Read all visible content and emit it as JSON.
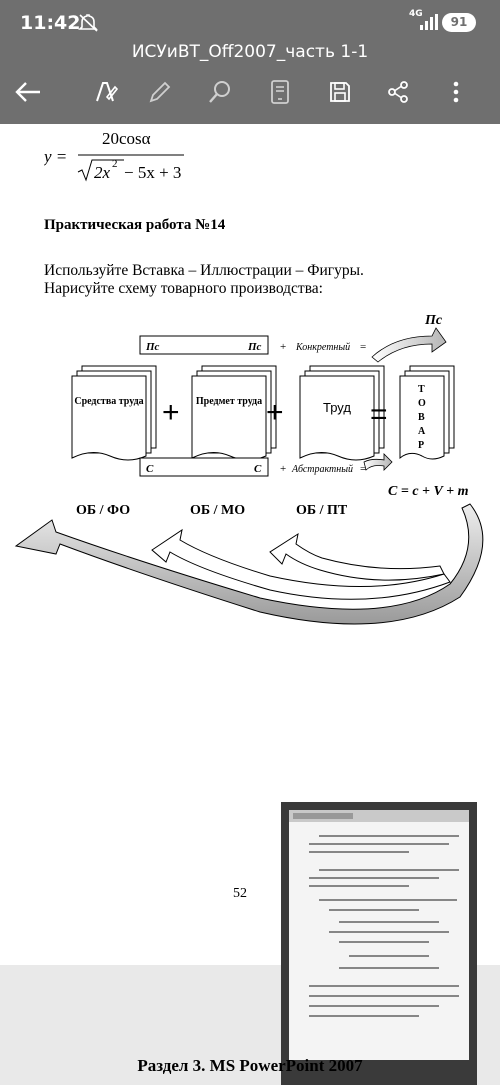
{
  "status_bar": {
    "time": "11:42",
    "network": "4G",
    "battery": "91"
  },
  "app_bar": {
    "title": "ИСУиВТ_Off2007_часть 1-1"
  },
  "toolbar": {
    "icons": [
      "back-arrow-icon",
      "edit-pen-icon",
      "pencil-icon",
      "search-icon",
      "reading-mode-icon",
      "save-icon",
      "share-icon",
      "more-icon"
    ]
  },
  "document": {
    "formula": {
      "lhs": "y =",
      "numerator": "20cosα",
      "den_base": "2x",
      "den_exp": "2",
      "den_rest": "− 5x + 3"
    },
    "heading": "Практическая работа №14",
    "instruction_lines": [
      "Используйте Вставка – Иллюстрации – Фигуры.",
      "Нарисуйте схему товарного производства:"
    ],
    "diagram": {
      "pc_label": "Пс",
      "top_row": {
        "left": "Пс",
        "right": "Пс",
        "plus": "+",
        "label": "Конкретный",
        "eq": "="
      },
      "bottom_row": {
        "left": "С",
        "right": "С",
        "plus": "+",
        "label": "Абстрактный",
        "eq": "="
      },
      "stacks": [
        "Средства труда",
        "Предмет труда",
        "Труд"
      ],
      "op_plus": "+",
      "op_eq": "=",
      "tovar_letters": [
        "Т",
        "О",
        "В",
        "А",
        "Р"
      ],
      "formula_c": "C = c + V + m",
      "ob_labels": [
        "ОБ / ФО",
        "ОБ / МО",
        "ОБ / ПТ"
      ]
    },
    "page_number": "52"
  },
  "footer": {
    "section_title": "Раздел 3. MS  PowerPoint 2007"
  },
  "colors": {
    "bars": "#6f6f6f",
    "page": "#ffffff",
    "background": "#e9e9e9"
  }
}
